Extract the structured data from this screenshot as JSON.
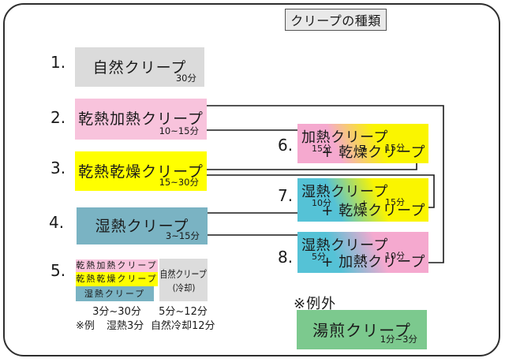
{
  "title": "クリープの種類",
  "colors": {
    "gray": "#dbdbdb",
    "pink": "#f8c3dc",
    "yellow": "#ffff00",
    "teal": "#7ab3c3",
    "gradient_pink": "#f5a9cf",
    "gradient_yellow": "#faf500",
    "gradient_teal": "#55c2d6",
    "green": "#7cc98e"
  },
  "simple_items": [
    {
      "num": "1.",
      "label": "自然クリープ",
      "time": "30分"
    },
    {
      "num": "2.",
      "label": "乾熱加熱クリープ",
      "time": "10~15分"
    },
    {
      "num": "3.",
      "label": "乾熱乾燥クリープ",
      "time": "15~30分"
    },
    {
      "num": "4.",
      "label": "湿熱クリープ",
      "time": "3~15分"
    }
  ],
  "combined_item": {
    "num": "5.",
    "layers": [
      {
        "label": "乾熱加熱クリープ"
      },
      {
        "label": "乾熱乾燥クリープ"
      },
      {
        "label": "湿熱クリープ"
      }
    ],
    "cooling_box": {
      "label": "自然クリープ",
      "sub": "(冷却)"
    },
    "layers_time": "3分~30分",
    "cooling_time": "5分~12分",
    "example": {
      "prefix": "※例",
      "wet": "湿熱3分",
      "cool": "自然冷却12分"
    }
  },
  "combo_items": [
    {
      "num": "6.",
      "first": "加熱クリープ",
      "first_time": "15分",
      "plus": "+",
      "second_time": "15分",
      "second": "+ 乾燥クリープ"
    },
    {
      "num": "7.",
      "first": "湿熱クリープ",
      "first_time": "10分",
      "plus": "+",
      "second_time": "15分",
      "second": "+ 乾燥クリープ"
    },
    {
      "num": "8.",
      "first": "湿熱クリープ",
      "first_time": "5分",
      "plus": "+",
      "second_time": "10分",
      "second": "+ 加熱クリープ"
    }
  ],
  "exception": {
    "heading": "※例外",
    "label": "湯煎クリープ",
    "time": "1分~3分"
  }
}
